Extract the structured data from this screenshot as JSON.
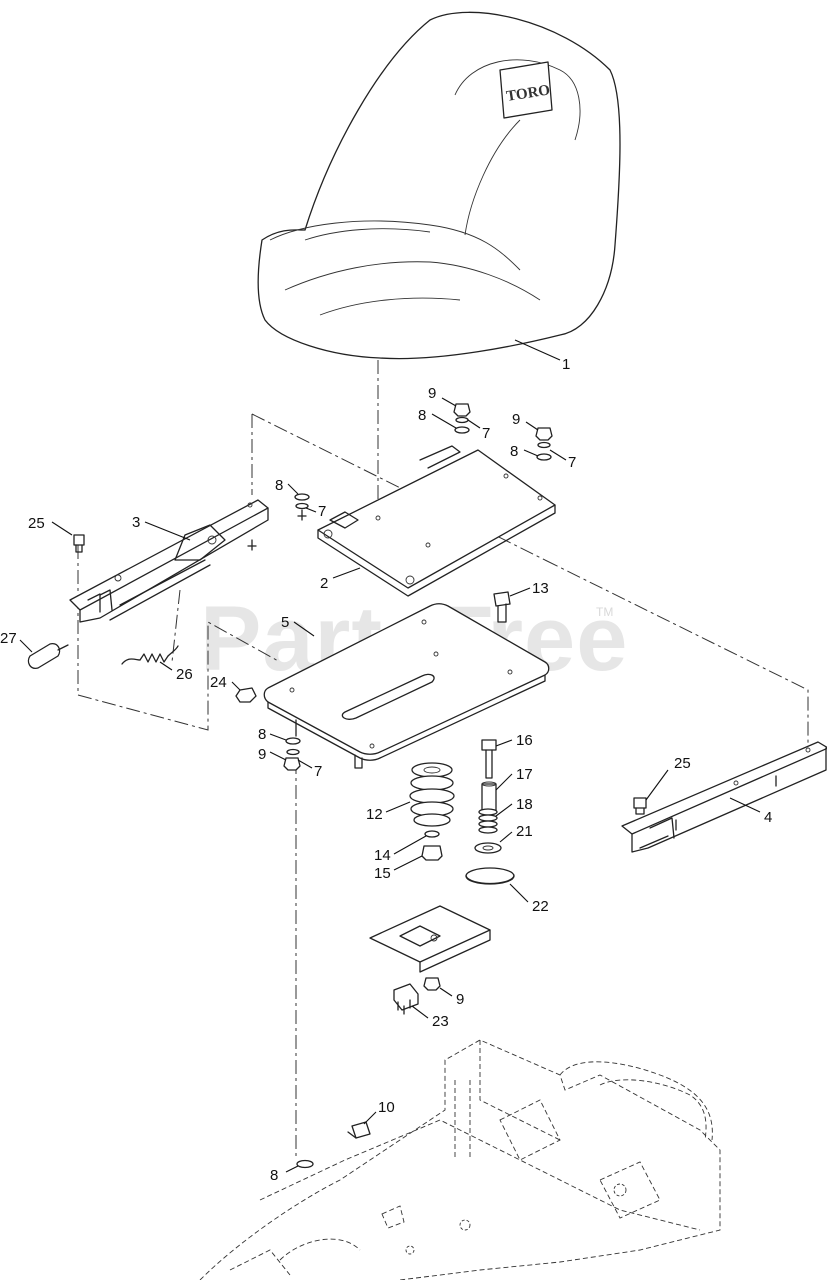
{
  "watermark": {
    "text": "PartsTree",
    "tm": "TM"
  },
  "seat_logo": "TORO",
  "callouts": [
    {
      "id": "c1",
      "label": "1"
    },
    {
      "id": "c9a",
      "label": "9"
    },
    {
      "id": "c8a",
      "label": "8"
    },
    {
      "id": "c7a",
      "label": "7"
    },
    {
      "id": "c9b",
      "label": "9"
    },
    {
      "id": "c8b",
      "label": "8"
    },
    {
      "id": "c7b",
      "label": "7"
    },
    {
      "id": "c8c",
      "label": "8"
    },
    {
      "id": "c7c",
      "label": "7"
    },
    {
      "id": "c25a",
      "label": "25"
    },
    {
      "id": "c3",
      "label": "3"
    },
    {
      "id": "c2",
      "label": "2"
    },
    {
      "id": "c13",
      "label": "13"
    },
    {
      "id": "c5",
      "label": "5"
    },
    {
      "id": "c27",
      "label": "27"
    },
    {
      "id": "c26",
      "label": "26"
    },
    {
      "id": "c24",
      "label": "24"
    },
    {
      "id": "c8d",
      "label": "8"
    },
    {
      "id": "c9c",
      "label": "9"
    },
    {
      "id": "c7d",
      "label": "7"
    },
    {
      "id": "c16",
      "label": "16"
    },
    {
      "id": "c17",
      "label": "17"
    },
    {
      "id": "c18",
      "label": "18"
    },
    {
      "id": "c12",
      "label": "12"
    },
    {
      "id": "c21",
      "label": "21"
    },
    {
      "id": "c14",
      "label": "14"
    },
    {
      "id": "c15",
      "label": "15"
    },
    {
      "id": "c25b",
      "label": "25"
    },
    {
      "id": "c4",
      "label": "4"
    },
    {
      "id": "c22",
      "label": "22"
    },
    {
      "id": "c9d",
      "label": "9"
    },
    {
      "id": "c23",
      "label": "23"
    },
    {
      "id": "c10",
      "label": "10"
    },
    {
      "id": "c8e",
      "label": "8"
    }
  ]
}
